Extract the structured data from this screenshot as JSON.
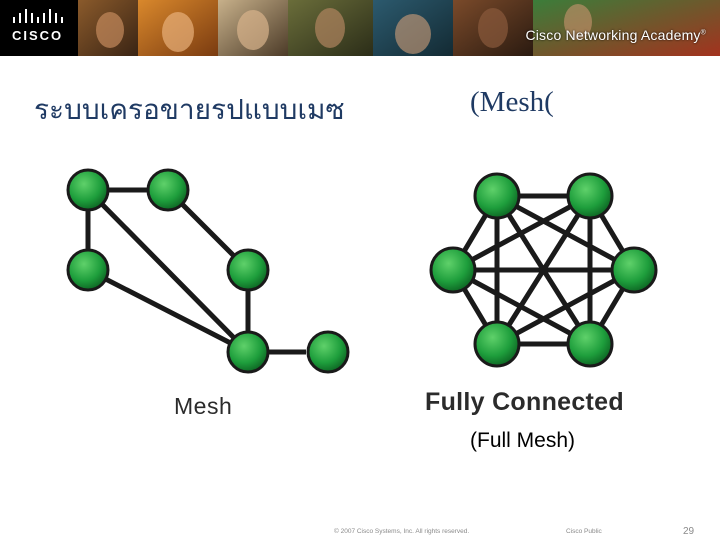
{
  "header": {
    "logo_text": "CISCO",
    "academy_text": "Cisco Networking Academy",
    "academy_mark": "®"
  },
  "title": {
    "thai": "ระบบเครอขายรปแบบเมซ",
    "english": "(Mesh("
  },
  "diagrams": {
    "mesh": {
      "label": "Mesh",
      "node_color": "#1e9e3c",
      "nodes": [
        "A",
        "B",
        "C",
        "D",
        "E",
        "F"
      ],
      "edges": [
        [
          "A",
          "B"
        ],
        [
          "A",
          "C"
        ],
        [
          "A",
          "E"
        ],
        [
          "B",
          "D"
        ],
        [
          "C",
          "E"
        ],
        [
          "D",
          "E"
        ],
        [
          "E",
          "F"
        ]
      ]
    },
    "full": {
      "label": "Fully Connected",
      "sublabel": "(Full Mesh)",
      "node_color": "#1e9e3c",
      "nodes": [
        "1",
        "2",
        "3",
        "4",
        "5",
        "6"
      ]
    }
  },
  "footer": {
    "copyright": "© 2007 Cisco Systems, Inc. All rights reserved.",
    "classification": "Cisco Public",
    "page": "29"
  }
}
